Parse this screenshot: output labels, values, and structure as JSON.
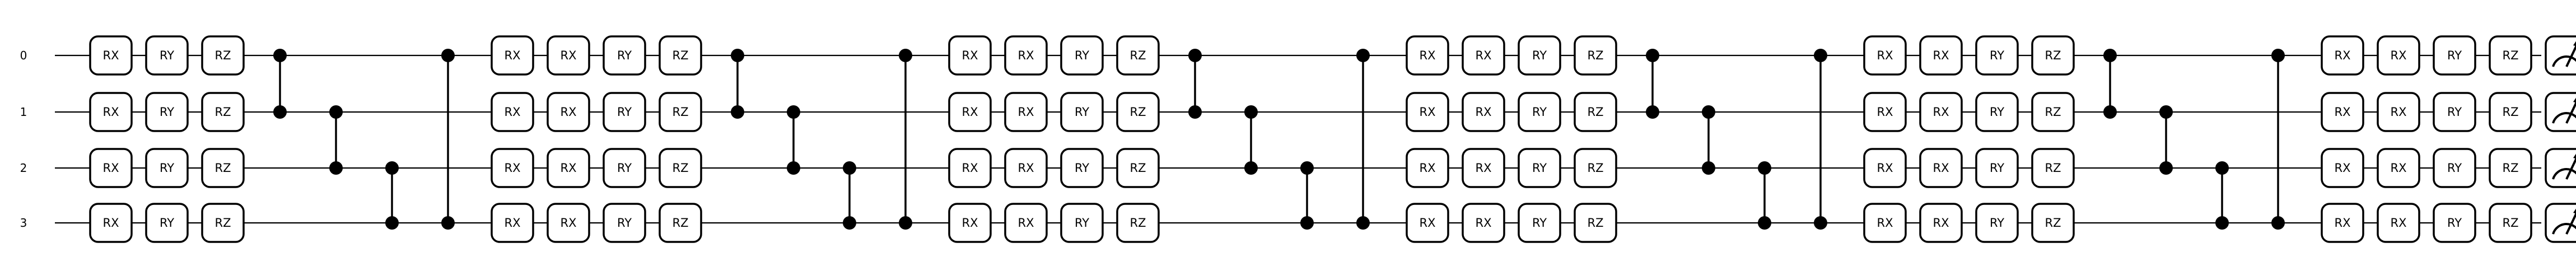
{
  "circuit": {
    "wires": [
      "0",
      "1",
      "2",
      "3"
    ],
    "gates": {
      "rx": "RX",
      "ry": "RY",
      "rz": "RZ"
    },
    "layers": [
      {
        "rotations": [
          "RX",
          "RY",
          "RZ"
        ],
        "entangle": [
          [
            0,
            1
          ],
          [
            1,
            2
          ],
          [
            2,
            3
          ],
          [
            3,
            0
          ]
        ]
      },
      {
        "rotations": [
          "RX",
          "RX",
          "RY",
          "RZ"
        ],
        "entangle": [
          [
            0,
            1
          ],
          [
            1,
            2
          ],
          [
            2,
            3
          ],
          [
            3,
            0
          ]
        ]
      },
      {
        "rotations": [
          "RX",
          "RX",
          "RY",
          "RZ"
        ],
        "entangle": [
          [
            0,
            1
          ],
          [
            1,
            2
          ],
          [
            2,
            3
          ],
          [
            3,
            0
          ]
        ]
      },
      {
        "rotations": [
          "RX",
          "RX",
          "RY",
          "RZ"
        ],
        "entangle": [
          [
            0,
            1
          ],
          [
            1,
            2
          ],
          [
            2,
            3
          ],
          [
            3,
            0
          ]
        ]
      },
      {
        "rotations": [
          "RX",
          "RX",
          "RY",
          "RZ"
        ],
        "entangle": [
          [
            0,
            1
          ],
          [
            1,
            2
          ],
          [
            2,
            3
          ],
          [
            3,
            0
          ]
        ]
      },
      {
        "rotations": [
          "RX",
          "RX",
          "RY",
          "RZ"
        ],
        "entangle": []
      }
    ],
    "measurement": true,
    "measure_icon": "measurement-meter-icon"
  }
}
